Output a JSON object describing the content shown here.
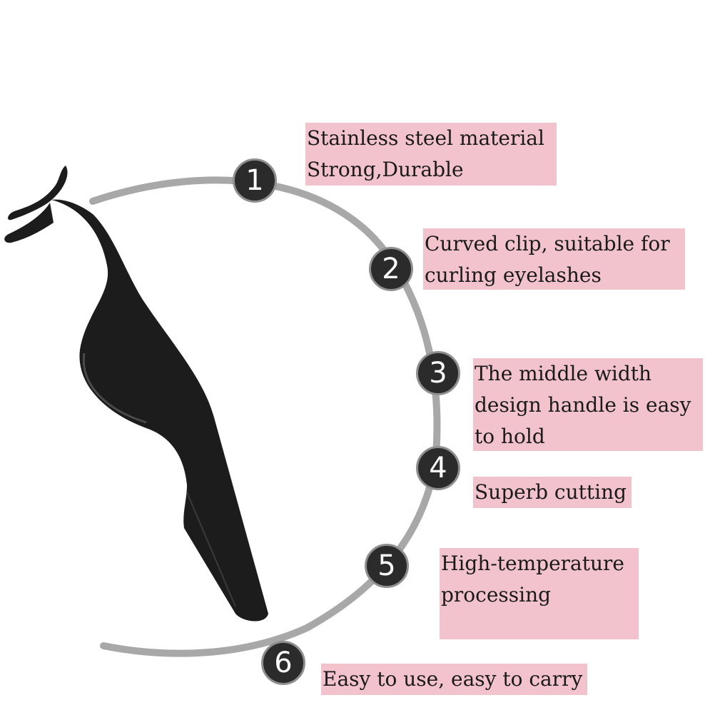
{
  "features": [
    {
      "number": "1",
      "lines": [
        "Stainless steel material",
        "Strong,Durable"
      ]
    },
    {
      "number": "2",
      "lines": [
        "Curved clip, suitable for",
        "curling eyelashes"
      ]
    },
    {
      "number": "3",
      "lines": [
        "The middle width",
        "design handle is easy",
        "to hold"
      ]
    },
    {
      "number": "4",
      "lines": [
        "Superb cutting"
      ]
    },
    {
      "number": "5",
      "lines": [
        "High-temperature",
        "processing"
      ]
    },
    {
      "number": "6",
      "lines": [
        "Easy to use, easy to carry"
      ]
    }
  ],
  "colors": {
    "label_background": "#f2c3cd",
    "badge_fill": "#2b2b2b",
    "arc": "#a8a8a8",
    "tool": "#1c1c1c"
  }
}
